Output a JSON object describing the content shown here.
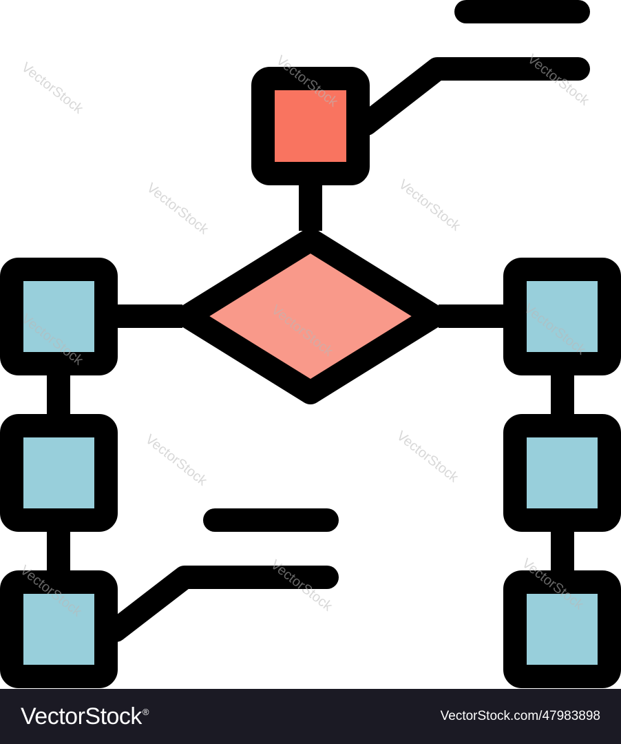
{
  "colors": {
    "background": "#ffffff",
    "outline": "#000000",
    "top_square_fill": "#f97460",
    "diamond_fill": "#f9998a",
    "side_square_fill": "#98cfdb",
    "footer_bar": "#1b1a24",
    "footer_text": "#ffffff",
    "watermark": "#b9b9b9"
  },
  "icons": {
    "diagram": "flowchart-icon",
    "top_node": "square-node-icon",
    "decision_node": "diamond-decision-icon",
    "side_node": "square-node-icon",
    "text_line": "text-placeholder-line-icon"
  },
  "watermark": {
    "text": "VectorStock"
  },
  "footer": {
    "brand": "VectorStock",
    "registered_mark": "®",
    "image_id": "VectorStock.com/47983898"
  }
}
